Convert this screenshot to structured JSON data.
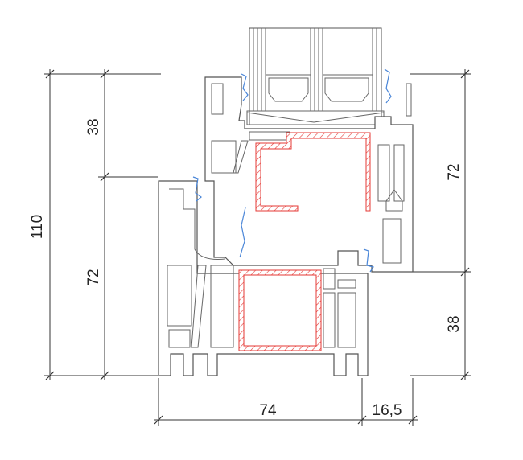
{
  "drawing": {
    "dimensions": {
      "left_total": "110",
      "left_upper": "38",
      "left_lower": "72",
      "right_upper": "72",
      "right_lower": "38",
      "bottom_frame": "74",
      "bottom_overlap": "16,5"
    },
    "colors": {
      "profile": "#555555",
      "steel_reinforcement": "#e53935",
      "gasket": "#4a86d8"
    }
  }
}
